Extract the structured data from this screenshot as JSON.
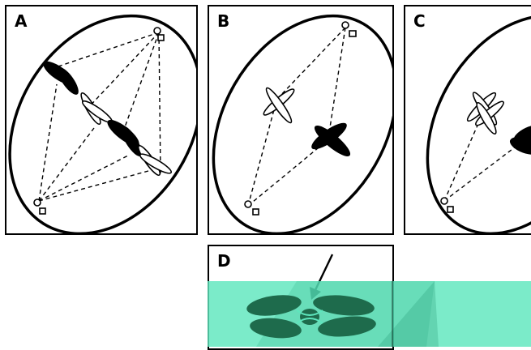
{
  "panels": {
    "a": {
      "label": "A"
    },
    "b": {
      "label": "B"
    },
    "c": {
      "label": "C"
    },
    "d": {
      "label": "D"
    }
  },
  "colors": {
    "ink": "#000000",
    "highlight": "#5ee6bd",
    "highlight_chromosome": "#1e6b4c"
  }
}
